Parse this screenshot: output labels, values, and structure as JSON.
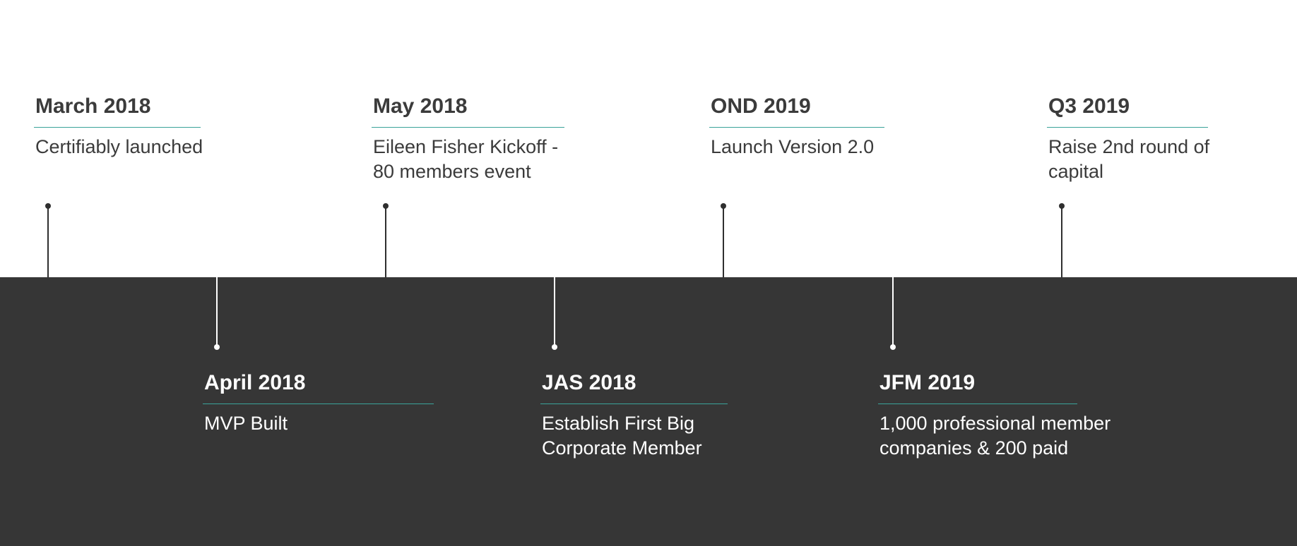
{
  "milestones_above": [
    {
      "date": "March 2018",
      "description": "Certifiably launched"
    },
    {
      "date": "May 2018",
      "description": "Eileen Fisher Kickoff - 80 members event"
    },
    {
      "date": "OND 2019",
      "description": "Launch Version 2.0"
    },
    {
      "date": "Q3 2019",
      "description": "Raise 2nd round of capital"
    }
  ],
  "milestones_below": [
    {
      "date": "April 2018",
      "description": "MVP Built"
    },
    {
      "date": "JAS 2018",
      "description": "Establish First Big Corporate Member"
    },
    {
      "date": "JFM 2019",
      "description": "1,000 professional member companies & 200 paid"
    }
  ],
  "colors": {
    "band": "#363636",
    "accent_rule": "#3aa39a",
    "text_dark": "#3b3b3b",
    "text_light": "#ffffff"
  }
}
